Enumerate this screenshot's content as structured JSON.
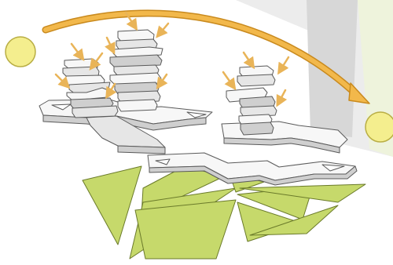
{
  "diagram": {
    "colors": {
      "background": "#ffffff",
      "backdrop_panel": "#ececec",
      "backdrop_stripe": "#d7d7d7",
      "green_wash": "#eef3dc",
      "sun": "#f4ee8e",
      "sun_stroke": "#b9ae44",
      "sun_path": "#f2b84b",
      "sun_path_stroke": "#c98a1e",
      "arrow": "#e9b458",
      "building_top": "#f7f7f7",
      "building_side": "#cfcfcf",
      "building_front": "#e6e6e6",
      "line": "#5a5a5a",
      "landscape": "#c6d96b",
      "landscape_stroke": "#6a7a2a"
    },
    "icons": {
      "sun": "sun-disc",
      "sun_path": "curved-arrow",
      "solar_ray": "arrow"
    }
  }
}
